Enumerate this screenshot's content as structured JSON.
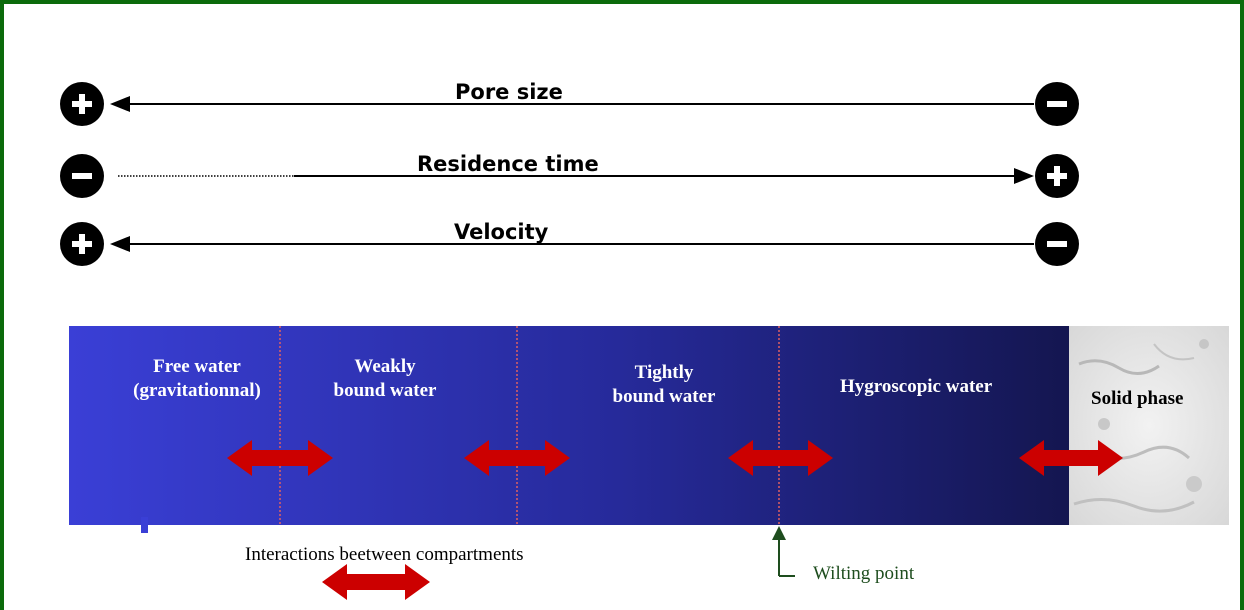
{
  "axes": [
    {
      "label": "Pore size",
      "left_sign": "+",
      "right_sign": "-",
      "direction": "left"
    },
    {
      "label": "Residence time",
      "left_sign": "-",
      "right_sign": "+",
      "direction": "right"
    },
    {
      "label": "Velocity",
      "left_sign": "+",
      "right_sign": "-",
      "direction": "left"
    }
  ],
  "compartments": {
    "free_water": [
      "Free water",
      "(gravitationnal)"
    ],
    "weakly_bound": [
      "Weakly",
      "bound water"
    ],
    "tightly_bound": [
      "Tightly",
      "bound water"
    ],
    "hygroscopic": "Hygroscopic water",
    "solid_phase": "Solid phase"
  },
  "legend": {
    "interactions": "Interactions beetween compartments"
  },
  "wilting_point": "Wilting point",
  "colors": {
    "frame": "#0b6b0b",
    "water_gradient_start": "#3a3fd6",
    "water_gradient_end": "#141650",
    "interaction_arrow": "#cc0000",
    "divider": "#e06060",
    "wilting_text": "#1e4d1e"
  },
  "icons": [
    "plus-circle-icon",
    "minus-circle-icon",
    "double-arrow-icon",
    "up-arrow-icon"
  ]
}
